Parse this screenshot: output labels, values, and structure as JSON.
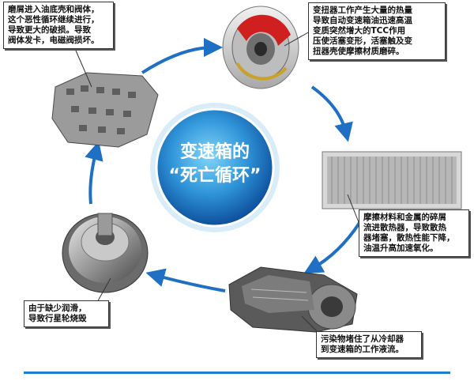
{
  "center": {
    "line1": "变速箱的",
    "line2": "“死亡循环”"
  },
  "callouts": {
    "top_left": [
      "磨屑进入油底壳和阀体，",
      "这个恶性循环继续进行，",
      "导致更大的破损。导致",
      "阀体发卡，电磁阀损坏。"
    ],
    "top_right": [
      "变扭器工作产生大量的热量",
      "导致自动变速箱油迅速高温",
      "变质突然增大的TCC作用",
      "压使活塞变形，活塞触及变",
      "扭器壳使摩擦材质磨碎。"
    ],
    "right": [
      "摩擦材料和金属的碎屑",
      "流进散热器，导致散热",
      "器堵塞，散热性能下降，",
      "油温升高加速氧化。"
    ],
    "bottom_right": [
      "污染物堵住了从冷却器",
      "到变速箱的工作液流。"
    ],
    "bottom_left": [
      "由于缺少润滑，",
      "导致行星轮烧毁"
    ]
  },
  "components": {
    "top": "torque-converter",
    "right": "radiator",
    "bottom_right": "transmission",
    "bottom_left": "planetary-gear",
    "top_left": "valve-body"
  },
  "colors": {
    "arrow": "#1f6fc4",
    "center_dark": "#0d5aa8",
    "center_light": "#5ac6f2",
    "footer": "#1e7fd0"
  }
}
